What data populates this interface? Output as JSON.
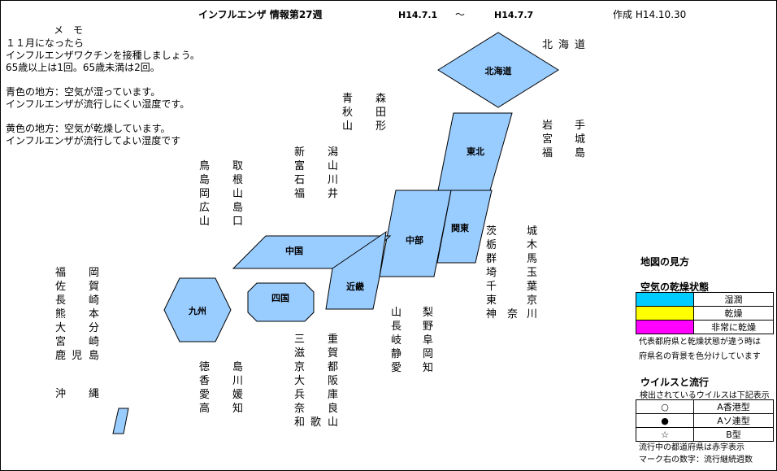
{
  "header": {
    "title": "インフルエンザ 情報第27週",
    "date_from": "H14.7.1",
    "tilde": "～",
    "date_to": "H14.7.7",
    "created": "作成 H14.10.30"
  },
  "memo": {
    "title": "メ モ",
    "lines": [
      "１１月になったら",
      "インフルエンザワクチンを接種しましょう。",
      "65歳以上は1回。65歳未満は2回。",
      "",
      "青色の地方：空気が湿っています。",
      "インフルエンザが流行しにくい湿度です。",
      "",
      "黄色の地方：空気が乾燥しています。",
      "インフルエンザが流行してよい湿度です"
    ]
  },
  "regions": {
    "hokkaido": "北海道",
    "tohoku": "東北",
    "chubu": "中部",
    "kanto": "関東",
    "chugoku": "中国",
    "kinki": "近畿",
    "shikoku": "四国",
    "kyushu": "九州"
  },
  "prefectures": {
    "hokkaido": [
      [
        "北",
        "海",
        "道"
      ]
    ],
    "tohoku": [
      [
        "青",
        "森"
      ],
      [
        "秋",
        "田"
      ],
      [
        "山",
        "形"
      ]
    ],
    "tohoku_east": [
      [
        "岩",
        "手"
      ],
      [
        "宮",
        "城"
      ],
      [
        "福",
        "島"
      ]
    ],
    "hokuriku": [
      [
        "新",
        "潟"
      ],
      [
        "富",
        "山"
      ],
      [
        "石",
        "川"
      ],
      [
        "福",
        "井"
      ]
    ],
    "chugoku": [
      [
        "鳥",
        "取"
      ],
      [
        "島",
        "根"
      ],
      [
        "岡",
        "山"
      ],
      [
        "広",
        "島"
      ],
      [
        "山",
        "口"
      ]
    ],
    "kanto": [
      [
        "茨",
        "城"
      ],
      [
        "栃",
        "木"
      ],
      [
        "群",
        "馬"
      ],
      [
        "埼",
        "玉"
      ],
      [
        "千",
        "葉"
      ],
      [
        "東",
        "京"
      ],
      [
        "神",
        "奈",
        "川"
      ]
    ],
    "chubu": [
      [
        "山",
        "梨"
      ],
      [
        "長",
        "野"
      ],
      [
        "岐",
        "阜"
      ],
      [
        "静",
        "岡"
      ],
      [
        "愛",
        "知"
      ]
    ],
    "kinki": [
      [
        "三",
        "重"
      ],
      [
        "滋",
        "賀"
      ],
      [
        "京",
        "都"
      ],
      [
        "大",
        "阪"
      ],
      [
        "兵",
        "庫"
      ],
      [
        "奈",
        "良"
      ],
      [
        "和",
        "歌",
        "山"
      ]
    ],
    "shikoku": [
      [
        "徳",
        "島"
      ],
      [
        "香",
        "川"
      ],
      [
        "愛",
        "媛"
      ],
      [
        "高",
        "知"
      ]
    ],
    "kyushu": [
      [
        "福",
        "岡"
      ],
      [
        "佐",
        "賀"
      ],
      [
        "長",
        "崎"
      ],
      [
        "熊",
        "本"
      ],
      [
        "大",
        "分"
      ],
      [
        "宮",
        "崎"
      ],
      [
        "鹿",
        "児",
        "島"
      ]
    ],
    "okinawa": [
      [
        "沖",
        "縄"
      ]
    ]
  },
  "legend": {
    "map_guide": "地図の見方",
    "dryness_title": "空気の乾燥状態",
    "dryness": [
      {
        "label": "湿潤",
        "color": "#00ccff"
      },
      {
        "label": "乾燥",
        "color": "#ffff00"
      },
      {
        "label": "非常に乾燥",
        "color": "#ff00ff"
      }
    ],
    "dryness_note_1": "代表都府県と乾燥状態が違う時は",
    "dryness_note_2": "府県名の背景を色分けしています",
    "virus_title": "ウイルスと流行",
    "virus_sub": "検出されているウイルスは下記表示",
    "virus": [
      {
        "mark": "○",
        "label": "A香港型"
      },
      {
        "mark": "●",
        "label": "Aソ連型"
      },
      {
        "mark": "☆",
        "label": "B型"
      }
    ],
    "note_1": "流行中の都道府県は赤字表示",
    "note_2": "マーク右の数字：流行継続週数"
  },
  "colors": {
    "region_fill": "#99ccff"
  }
}
